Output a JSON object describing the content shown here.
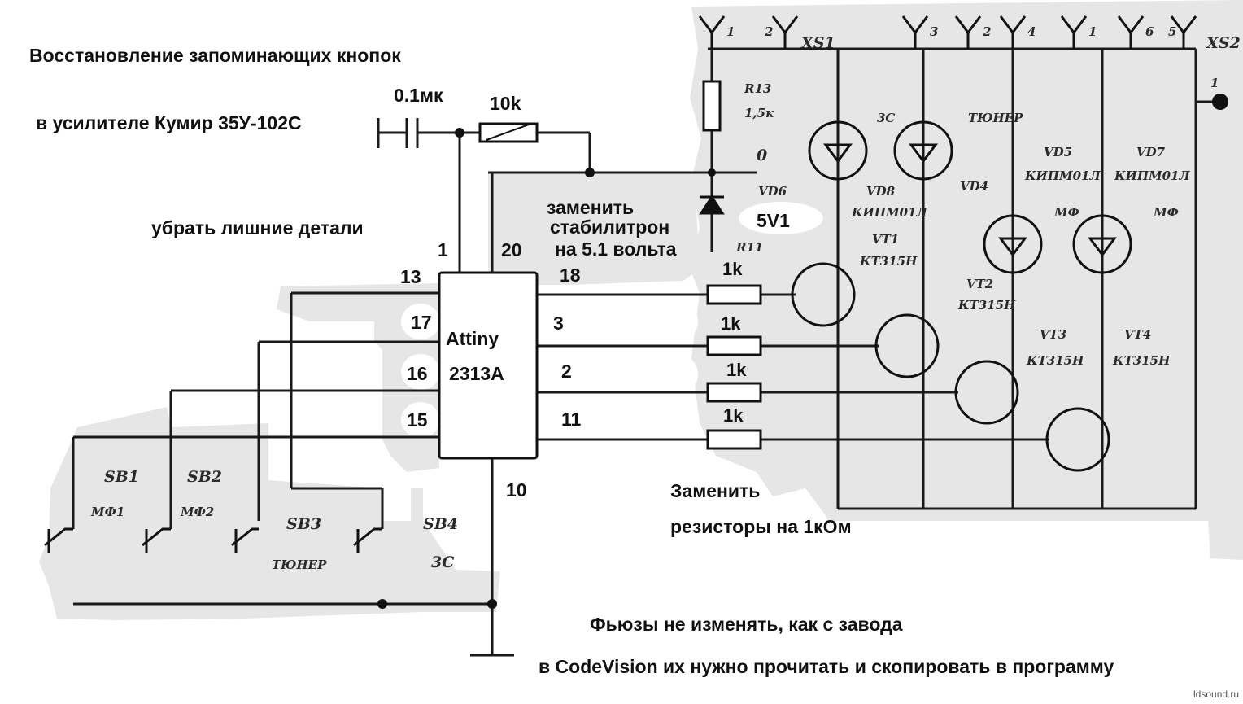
{
  "annotations": {
    "title_line1": "Восстановление запоминающих кнопок",
    "title_line2": "в усилителе Кумир 35У-102С",
    "remove_parts": "убрать лишние детали",
    "replace_zener_1": "заменить",
    "replace_zener_2": "стабилитрон",
    "replace_zener_3": "на 5.1 вольта",
    "replace_resistors_1": "Заменить",
    "replace_resistors_2": "резисторы на 1кОм",
    "fuses_1": "Фьюзы не изменять, как с завода",
    "fuses_2": "в CodeVision их нужно прочитать и скопировать в программу"
  },
  "chip": {
    "line1": "Attiny",
    "line2": "2313A"
  },
  "pins": {
    "p1": "1",
    "p20": "20",
    "p13": "13",
    "p18": "18",
    "p17": "17",
    "p3": "3",
    "p16": "16",
    "p2": "2",
    "p15": "15",
    "p11": "11",
    "p10": "10"
  },
  "components": {
    "cap": "0.1мк",
    "r10k": "10k",
    "zener_new": "5V1",
    "r_1": "1k",
    "r_2": "1k",
    "r_3": "1k",
    "r_4": "1k"
  },
  "original_marks": {
    "xs1": "XS1",
    "xs2": "XS2",
    "xs1_p1": "1",
    "xs1_p2": "2",
    "xs2_p3": "3",
    "xs2_p2": "2",
    "xs2_p4": "4",
    "xs2_p1": "1",
    "xs2_p6": "6",
    "xs2_p5": "5",
    "r13": "R13",
    "r13v": "1,5к",
    "r11": "R11",
    "node_o": "0",
    "vd6": "VD6",
    "vd8": "VD8",
    "vd4": "VD4",
    "vd5": "VD5",
    "vd7": "VD7",
    "vd_note": "КИПМ01Л",
    "led_3c": "3С",
    "led_tuner": "ТЮНЕР",
    "led_mf": "МФ",
    "vt1": "VT1",
    "vt2": "VT2",
    "vt3": "VT3",
    "vt4": "VT4",
    "vt_type": "КТ315Н",
    "sb1": "SB1",
    "sb2": "SB2",
    "sb3": "SB3",
    "sb4": "SB4",
    "sb1_sub": "МФ1",
    "sb2_sub": "МФ2",
    "sb3_sub": "ТЮНЕР",
    "sb4_sub": "3С",
    "xs2_side": "1"
  },
  "watermark": "ldsound.ru"
}
